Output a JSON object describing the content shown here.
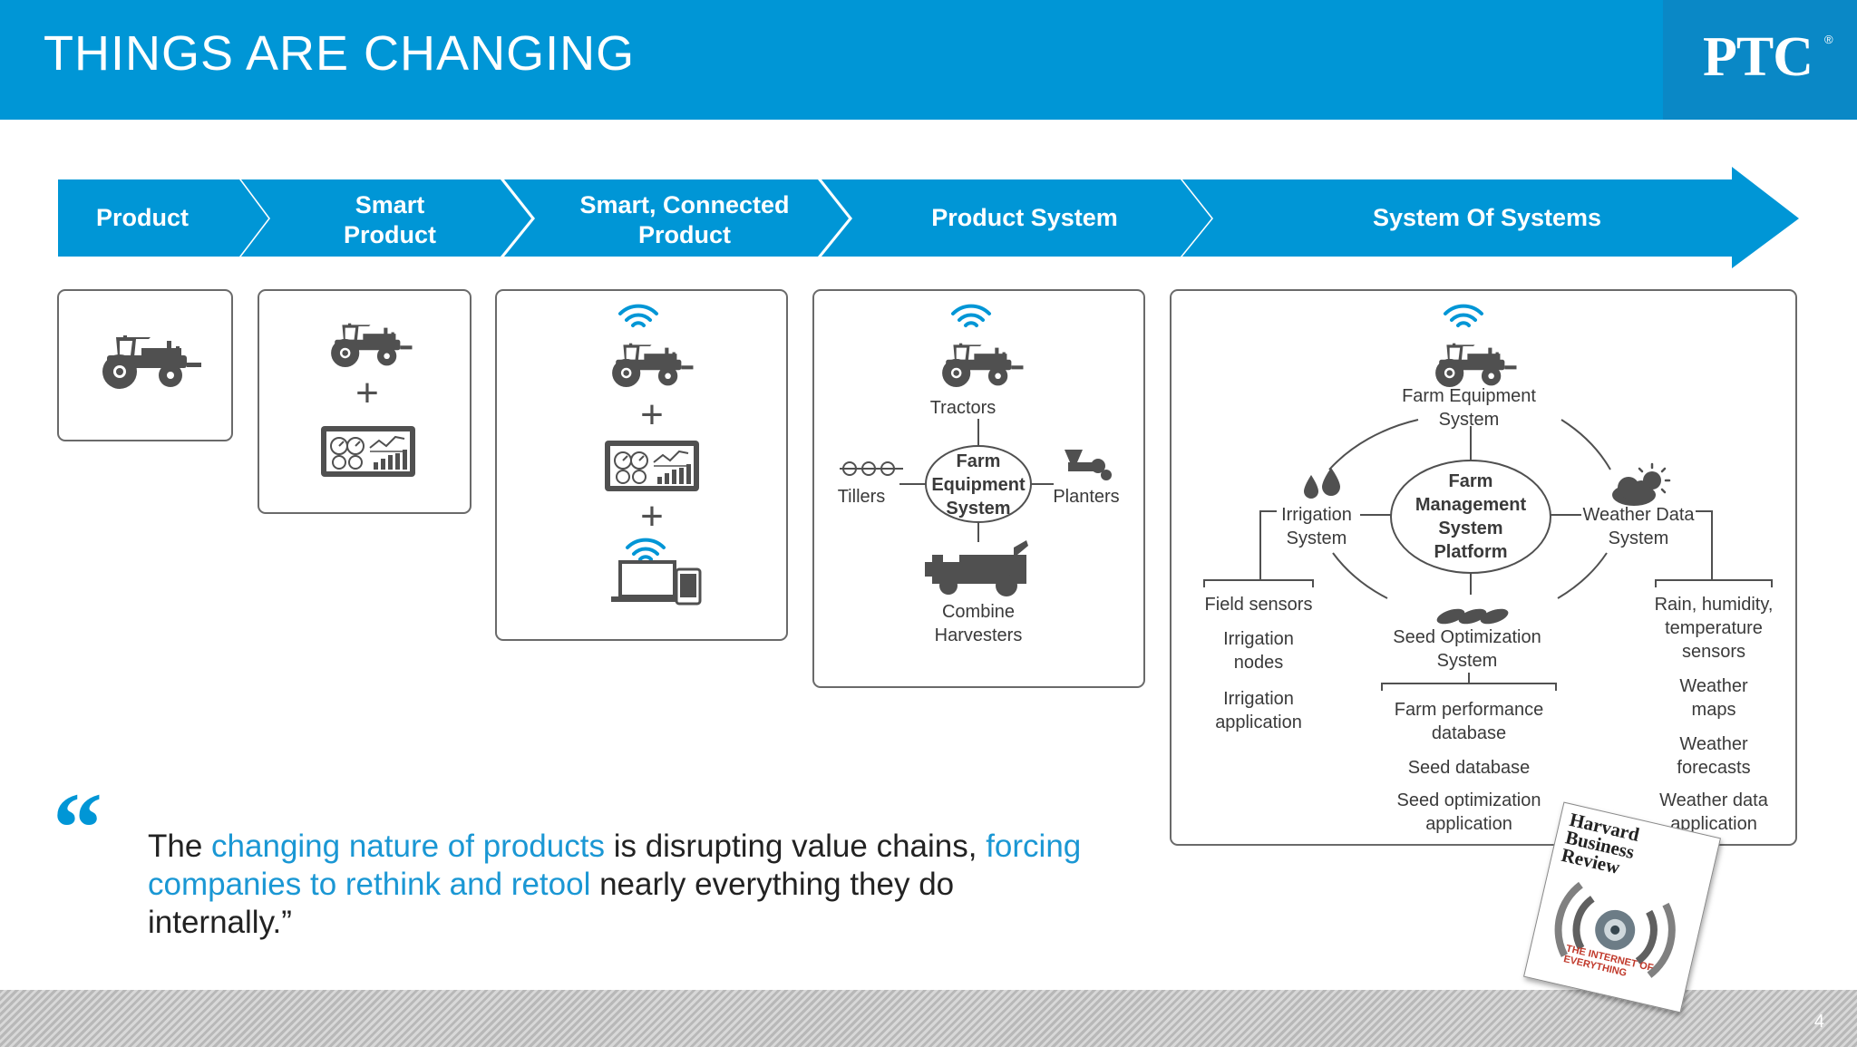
{
  "header": {
    "title": "THINGS ARE CHANGING",
    "logo": "PTC",
    "logo_mark": "®"
  },
  "chevrons": [
    {
      "label": "Product"
    },
    {
      "label": "Smart Product"
    },
    {
      "label": "Smart, Connected Product"
    },
    {
      "label": "Product System"
    },
    {
      "label": "System Of Systems"
    }
  ],
  "boxes": {
    "plus": "+",
    "product_system": {
      "tractors": "Tractors",
      "tillers": "Tillers",
      "planters": "Planters",
      "center": "Farm Equipment System",
      "combine": "Combine Harvesters"
    },
    "system_of_systems": {
      "center": "Farm Management System Platform",
      "top": "Farm Equipment System",
      "left": "Irrigation System",
      "right": "Weather Data System",
      "bottom": "Seed Optimization System",
      "irrigation_items": [
        "Field sensors",
        "Irrigation nodes",
        "Irrigation application"
      ],
      "seed_items": [
        "Farm performance database",
        "Seed database",
        "Seed optimization application"
      ],
      "weather_items": [
        "Rain, humidity, temperature sensors",
        "Weather maps",
        "Weather forecasts",
        "Weather data application"
      ]
    }
  },
  "quote": {
    "part1": "The ",
    "highlight1": "changing nature of products",
    "part2": " is disrupting value chains, ",
    "highlight2": "forcing companies to rethink and retool",
    "part3": " nearly everything they do internally.”"
  },
  "magazine": {
    "title_line1": "Harvard",
    "title_line2": "Business",
    "title_line3": "Review",
    "headline": "THE INTERNET OF EVERYTHING"
  },
  "page_number": "4",
  "colors": {
    "brand_blue": "#0096d6",
    "icon_gray": "#505050",
    "box_border": "#6a6a6a"
  }
}
